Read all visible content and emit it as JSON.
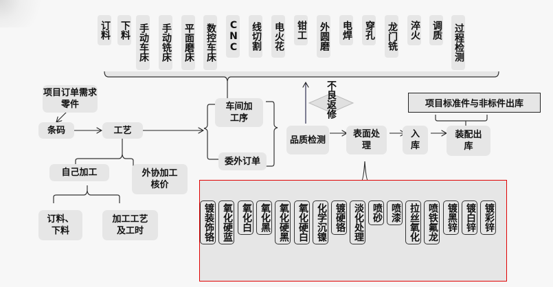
{
  "processes": [
    {
      "label": "订料"
    },
    {
      "label": "下料"
    },
    {
      "label": "手动车床"
    },
    {
      "label": "手动铣床"
    },
    {
      "label": "平面磨床"
    },
    {
      "label": "数控车床"
    },
    {
      "label": "CNC"
    },
    {
      "label": "线切割"
    },
    {
      "label": "电火花"
    },
    {
      "label": "钳工"
    },
    {
      "label": "外圆磨"
    },
    {
      "label": "电焊"
    },
    {
      "label": "穿孔"
    },
    {
      "label": "龙门铣"
    },
    {
      "label": "淬火"
    },
    {
      "label": "调质"
    },
    {
      "label": "过程检测"
    }
  ],
  "flow": {
    "order_parts": "项目订单需求零件",
    "barcode": "条码",
    "craft": "工艺",
    "workshop": "车间加工序",
    "outsourcing": "委外订单",
    "quality": "品质检测",
    "surface": "表面处理",
    "warehouse_in": "入库",
    "assembly": "装配出库",
    "defect_return": "不良返修",
    "standard_parts": "项目标准件与非标件出库",
    "self_process": "自己加工",
    "external_quote": "外协加工核价",
    "order_cut": "订料、下料",
    "craft_time": "加工工艺及工时"
  },
  "finishes": [
    {
      "label": "镀装饰铬"
    },
    {
      "label": "氧化硬蓝"
    },
    {
      "label": "氧化白"
    },
    {
      "label": "氧化黑"
    },
    {
      "label": "氧化硬黑"
    },
    {
      "label": "氧化硬白"
    },
    {
      "label": "化学沉镍"
    },
    {
      "label": "镀硬铬"
    },
    {
      "label": "淡化处理"
    },
    {
      "label": "喷砂"
    },
    {
      "label": "喷漆"
    },
    {
      "label": "拉丝氧化"
    },
    {
      "label": "喷铁氟龙"
    },
    {
      "label": "镀黑锌"
    },
    {
      "label": "镀白锌"
    },
    {
      "label": "镀彩锌"
    }
  ],
  "colors": {
    "node_fill": "#e6e6e6",
    "highlight_border": "#e00000",
    "line": "#222222"
  }
}
